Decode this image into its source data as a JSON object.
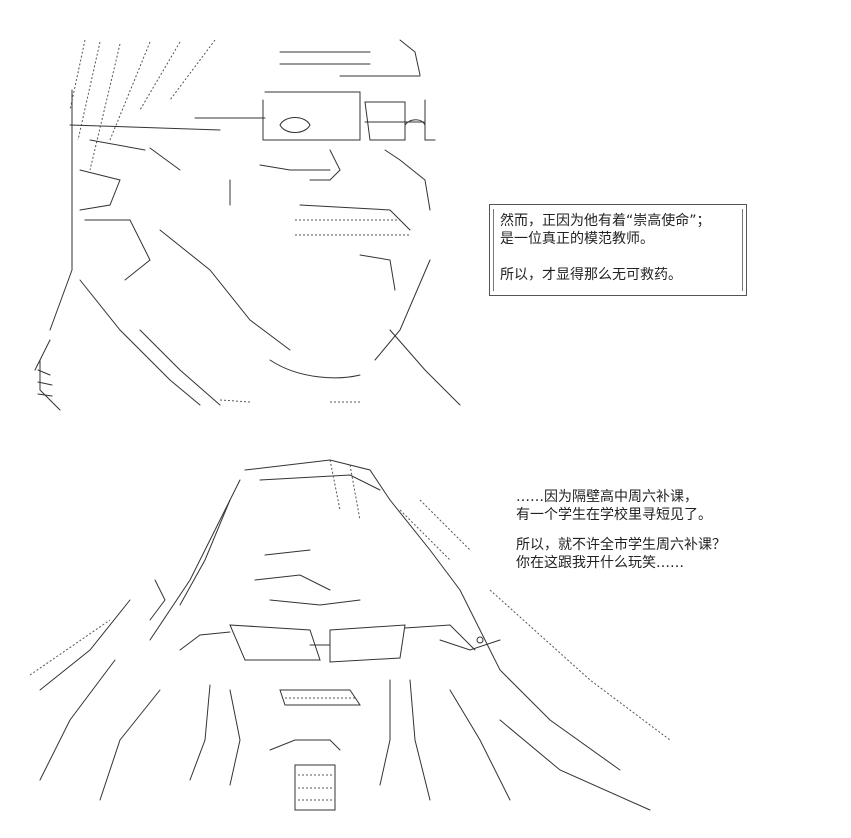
{
  "panel_top": {
    "speech_box": {
      "lines": [
        "然而，正因为他有着“崇高使命”；",
        "是一位真正的模范教师。",
        "",
        "所以，才显得那么无可救药。"
      ]
    }
  },
  "panel_bottom": {
    "caption": {
      "paragraph_1": [
        "……因为隔壁高中周六补课，",
        "有一个学生在学校里寻短见了。"
      ],
      "paragraph_2": [
        "所以，就不许全市学生周六补课？",
        "你在这跟我开什么玩笑……"
      ]
    }
  }
}
